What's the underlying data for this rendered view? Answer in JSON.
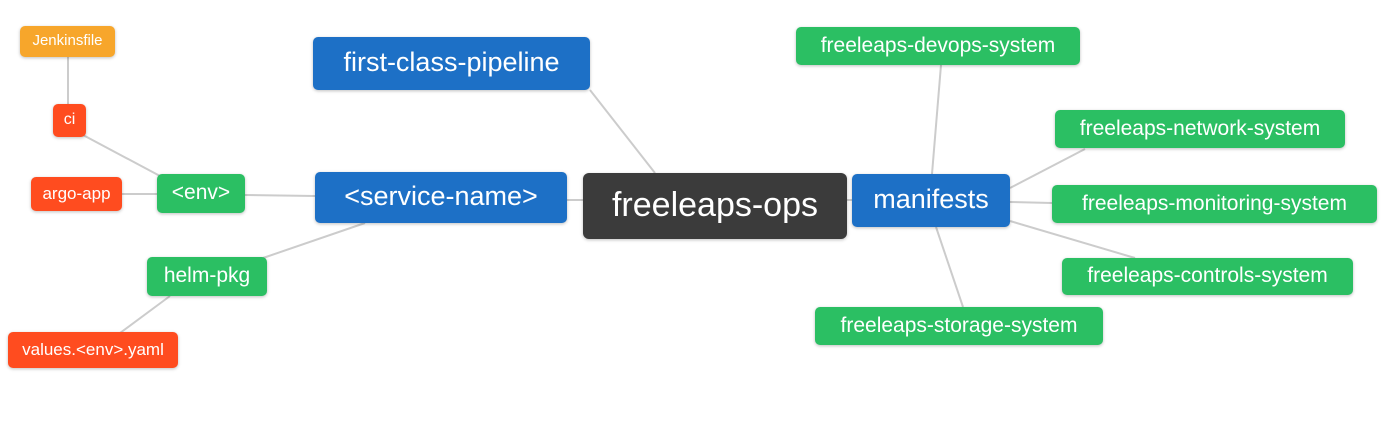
{
  "mindmap": {
    "nodes": {
      "jenkinsfile": {
        "label": "Jenkinsfile",
        "color": "#f7a62b"
      },
      "ci": {
        "label": "ci",
        "color": "#ff4c1f"
      },
      "argo_app": {
        "label": "argo-app",
        "color": "#ff4c1f"
      },
      "env": {
        "label": "<env>",
        "color": "#2bbf63"
      },
      "first_class_pipeline": {
        "label": "first-class-pipeline",
        "color": "#1d70c6"
      },
      "service_name": {
        "label": "<service-name>",
        "color": "#1d70c6"
      },
      "freeleaps_ops": {
        "label": "freeleaps-ops",
        "color": "#3b3b3b"
      },
      "manifests": {
        "label": "manifests",
        "color": "#1d70c6"
      },
      "helm_pkg": {
        "label": "helm-pkg",
        "color": "#2bbf63"
      },
      "values_env_yaml": {
        "label": "values.<env>.yaml",
        "color": "#ff4c1f"
      },
      "devops_system": {
        "label": "freeleaps-devops-system",
        "color": "#2bbf63"
      },
      "network_system": {
        "label": "freeleaps-network-system",
        "color": "#2bbf63"
      },
      "monitoring_system": {
        "label": "freeleaps-monitoring-system",
        "color": "#2bbf63"
      },
      "controls_system": {
        "label": "freeleaps-controls-system",
        "color": "#2bbf63"
      },
      "storage_system": {
        "label": "freeleaps-storage-system",
        "color": "#2bbf63"
      }
    },
    "edges": [
      [
        "jenkinsfile",
        "ci"
      ],
      [
        "ci",
        "env"
      ],
      [
        "argo_app",
        "env"
      ],
      [
        "env",
        "service_name"
      ],
      [
        "service_name",
        "helm_pkg"
      ],
      [
        "helm_pkg",
        "values_env_yaml"
      ],
      [
        "service_name",
        "freeleaps_ops"
      ],
      [
        "first_class_pipeline",
        "freeleaps_ops"
      ],
      [
        "freeleaps_ops",
        "manifests"
      ],
      [
        "manifests",
        "devops_system"
      ],
      [
        "manifests",
        "network_system"
      ],
      [
        "manifests",
        "monitoring_system"
      ],
      [
        "manifests",
        "controls_system"
      ],
      [
        "manifests",
        "storage_system"
      ]
    ],
    "palette": {
      "blue": "#1d70c6",
      "green": "#2bbf63",
      "orange_red": "#ff4c1f",
      "amber": "#f7a62b",
      "dark": "#3b3b3b",
      "connector": "#cccccc",
      "text": "#ffffff",
      "background": "#ffffff"
    }
  }
}
